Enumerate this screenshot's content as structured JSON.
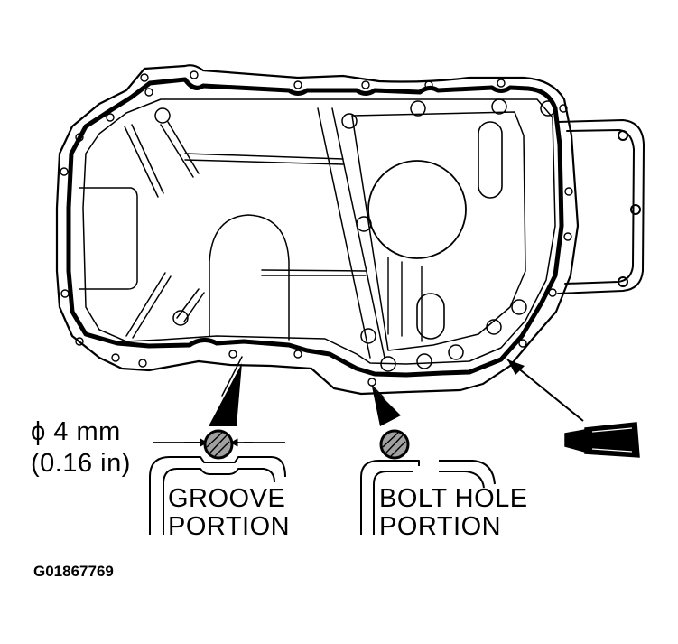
{
  "callouts": {
    "diameter_line1": "ϕ 4 mm",
    "diameter_line2": "(0.16 in)",
    "groove_line1": "GROOVE",
    "groove_line2": "PORTION",
    "bolt_line1": "BOLT HOLE",
    "bolt_line2": "PORTION"
  },
  "figure_code": "G01867769",
  "colors": {
    "ink": "#000000",
    "paper": "#ffffff",
    "bead_fill": "#a0a0a0"
  }
}
